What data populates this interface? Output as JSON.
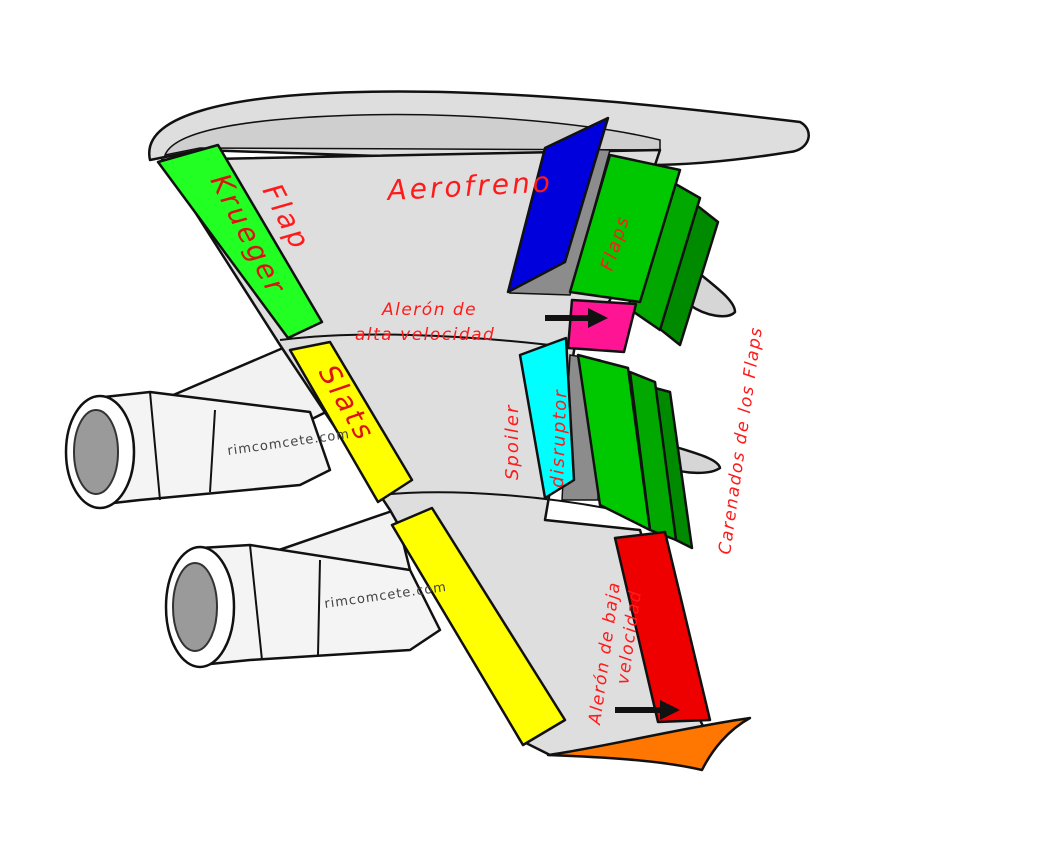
{
  "labels": {
    "aerofreno": "Aerofreno",
    "flap_krueger_1": "Flap",
    "flap_krueger_2": "Krueger",
    "slats": "Slats",
    "flaps": "Flaps",
    "aleron_alta_1": "Alerón de",
    "aleron_alta_2": "alta velocidad",
    "spoiler": "Spoiler",
    "disruptor": "disruptor",
    "carenados": "Carenados de los Flaps",
    "aleron_baja_1": "Alerón de baja",
    "aleron_baja_2": "velocidad"
  },
  "watermarks": {
    "engine_upper": "rimcomcete.com",
    "engine_lower": "rimcomcete.com"
  },
  "colors": {
    "label_text": "#ff1a1a",
    "wing": "#dedede",
    "krueger_flap": "#22ff22",
    "slats": "#ffff00",
    "air_brake": "#0000dd",
    "flaps": "#00c800",
    "flaps_dark": "#008a00",
    "high_speed_aileron": "#ff1493",
    "spoiler": "#00ffff",
    "low_speed_aileron": "#ee0000",
    "wingtip": "#ff7700"
  }
}
